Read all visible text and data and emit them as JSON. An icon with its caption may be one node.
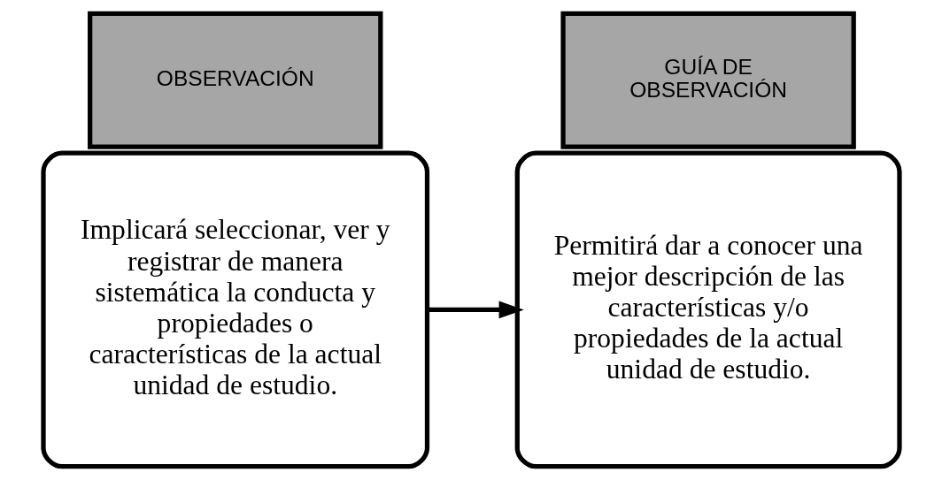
{
  "diagram": {
    "nodes": [
      {
        "text": [
          "OBSERVACIÓN"
        ]
      },
      {
        "text": [
          "Implicará seleccionar, ver y registrar de manera sistemática la conducta y propiedades o características de la actual unidad de estudio."
        ]
      },
      {
        "text": [
          "GUÍA DE OBSERVACIÓN"
        ]
      },
      {
        "text": [
          "Permitirá dar a conocer una mejor descripción de las características y/o propiedades de la actual unidad de estudio."
        ]
      }
    ],
    "edges": [
      {
        "from": 1,
        "to": 3,
        "arrow": "to"
      }
    ]
  }
}
